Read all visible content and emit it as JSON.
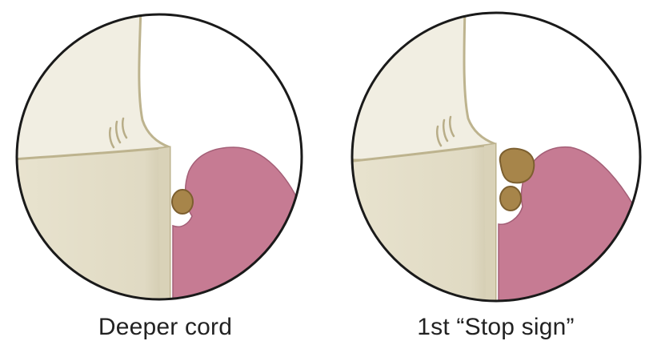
{
  "panels": [
    {
      "caption": "Deeper cord",
      "nodules": 1
    },
    {
      "caption": "1st “Stop sign”",
      "nodules": 2
    }
  ],
  "colors": {
    "background": "#ffffff",
    "outline": "#1a1a1a",
    "tissue_light": "#f1eee2",
    "tissue_mid": "#e4dfca",
    "tissue_shadow": "#d6cfb5",
    "tissue_edge": "#bdb38e",
    "pink_mass": "#c67b93",
    "nodule": "#a7854a",
    "nodule_edge": "#7c5f2f"
  }
}
